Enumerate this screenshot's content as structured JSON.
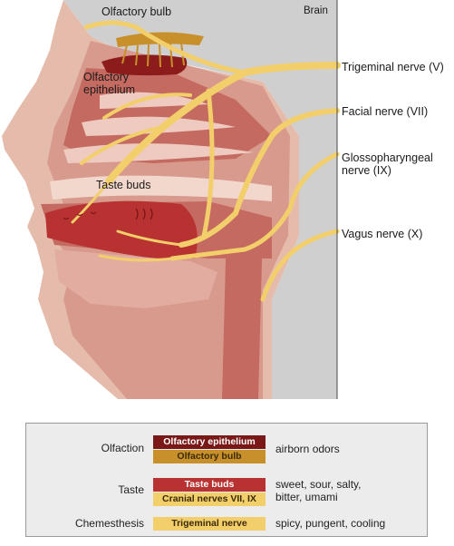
{
  "labels": {
    "brain": "Brain",
    "olfactory_bulb": "Olfactory bulb",
    "olfactory_epithelium_line1": "Olfactory",
    "olfactory_epithelium_line2": "epithelium",
    "taste_buds": "Taste buds",
    "trigeminal": "Trigeminal nerve (V)",
    "facial": "Facial nerve (VII)",
    "glosso_line1": "Glossopharyngeal",
    "glosso_line2": "nerve (IX)",
    "vagus": "Vagus nerve (X)"
  },
  "legend": {
    "olfaction": {
      "category": "Olfaction",
      "box1": "Olfactory epithelium",
      "box2": "Olfactory bulb",
      "desc": "airborn odors"
    },
    "taste": {
      "category": "Taste",
      "box1": "Taste buds",
      "box2": "Cranial nerves VII, IX",
      "desc_line1": "sweet, sour, salty,",
      "desc_line2": "bitter, umami"
    },
    "chemesthesis": {
      "category": "Chemesthesis",
      "box1": "Trigeminal nerve",
      "desc": "spicy, pungent, cooling"
    }
  },
  "colors": {
    "nerve": "#f2cf6a",
    "nerve_stroke": "#d7a93b",
    "olfactory_epithelium": "#8c1c1c",
    "olfactory_bulb": "#c8902a",
    "taste_buds": "#b83232",
    "skin": "#e5bcac",
    "tissue": "#cf8e83",
    "cavity": "#c46a60",
    "brain": "#cfcfcf"
  }
}
